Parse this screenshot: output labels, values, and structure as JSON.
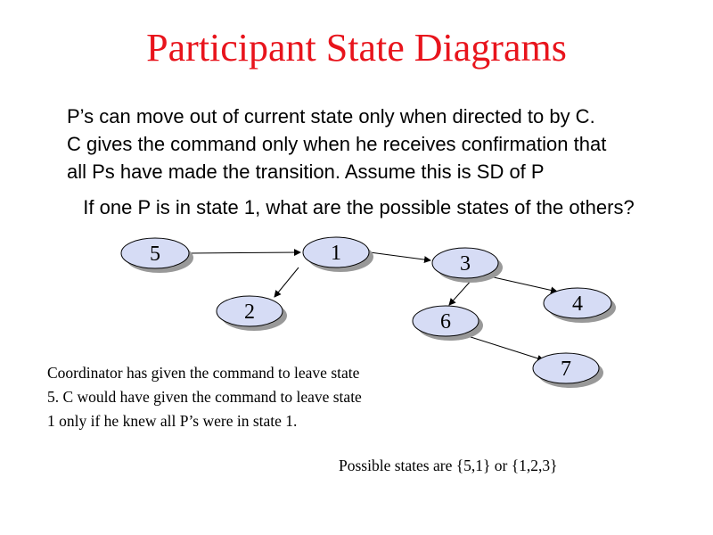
{
  "title": "Participant State Diagrams",
  "paragraph": [
    "P’s can move out of current state only when directed to by C.",
    "C gives the command only when he receives confirmation that",
    "all Ps have made the transition.  Assume this is SD of P"
  ],
  "question": "If one P is in state 1, what are the possible states of the others?",
  "diagram": {
    "node_fill": "#d6dcf5",
    "nodes": [
      "5",
      "1",
      "3",
      "2",
      "4",
      "6",
      "7"
    ],
    "edges": [
      [
        "5",
        "1"
      ],
      [
        "1",
        "2"
      ],
      [
        "1",
        "3"
      ],
      [
        "3",
        "6"
      ],
      [
        "3",
        "4"
      ],
      [
        "6",
        "7"
      ]
    ]
  },
  "note": [
    "Coordinator has given the command to leave state",
    "5.  C would have given the command to leave state",
    "1 only if he knew all P’s were in state 1."
  ],
  "answer": "Possible states are {5,1} or {1,2,3}",
  "colors": {
    "title": "#e8141c",
    "shadow": "#999999"
  }
}
